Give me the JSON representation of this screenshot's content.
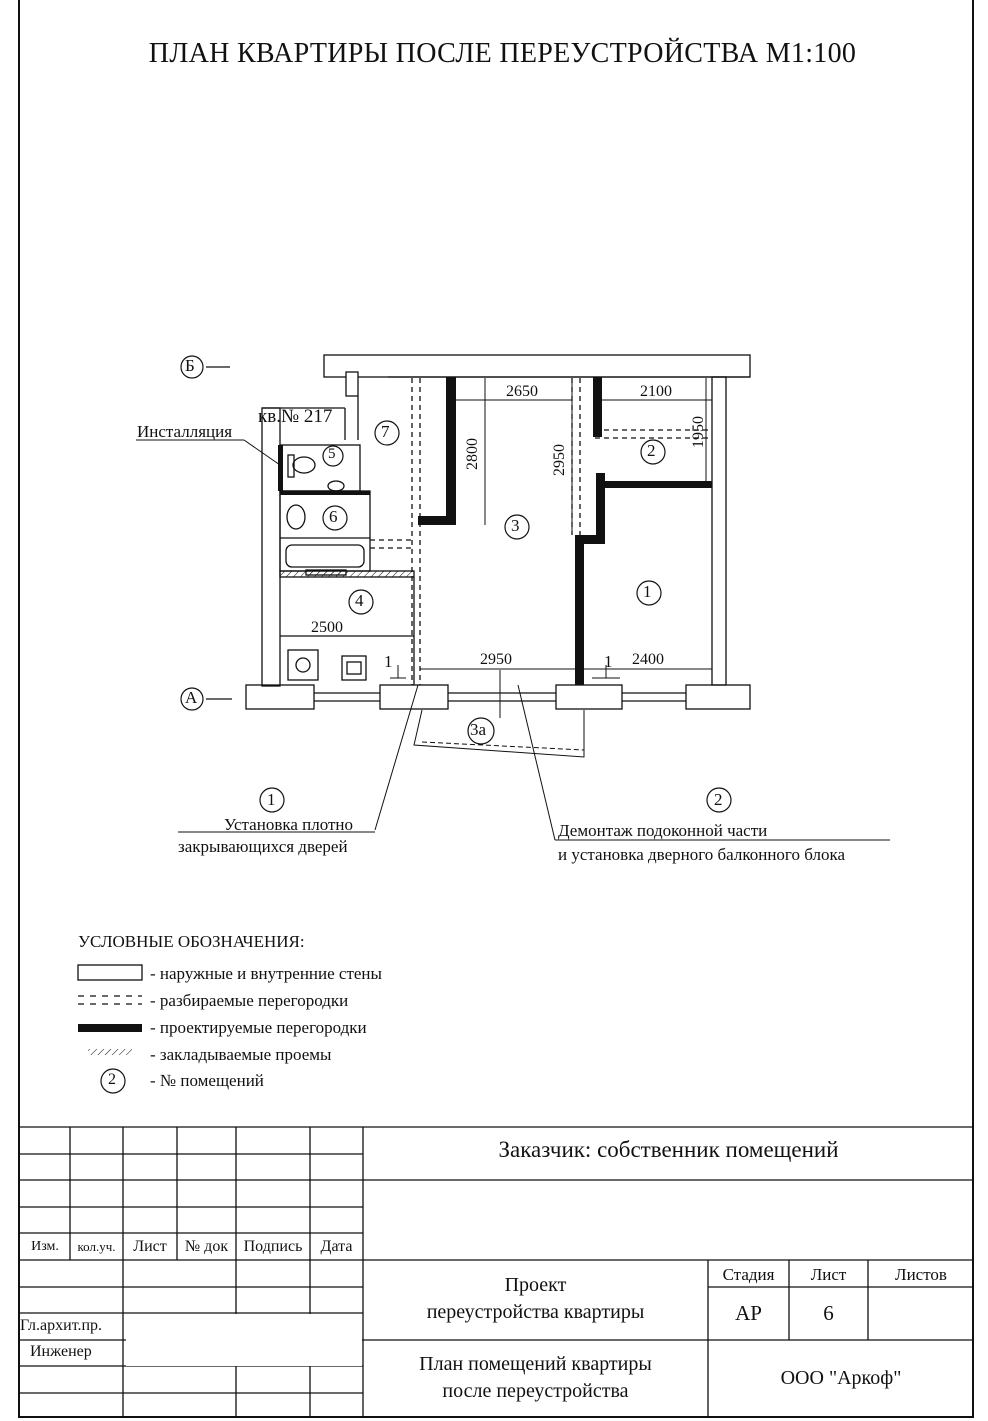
{
  "title": "ПЛАН КВАРТИРЫ ПОСЛЕ ПЕРЕУСТРОЙСТВА  М1:100",
  "plan": {
    "axis_b": "Б",
    "axis_a": "А",
    "apartment": "кв.№ 217",
    "installation": "Инсталляция",
    "rooms": [
      "1",
      "2",
      "3",
      "4",
      "5",
      "6",
      "7",
      "3а"
    ],
    "dims": {
      "d2650": "2650",
      "d2100": "2100",
      "d2800": "2800",
      "d2950v": "2950",
      "d1950": "1950",
      "d2500": "2500",
      "d2950h": "2950",
      "d2400": "2400"
    },
    "sections": [
      "1",
      "1"
    ],
    "notes": {
      "n1": "1",
      "n2": "2",
      "doors_l1": "Установка плотно",
      "doors_l2": "закрывающихся дверей",
      "balcony_l1": "Демонтаж подоконной части",
      "balcony_l2": "и установка дверного балконного блока"
    }
  },
  "legend": {
    "heading": "УСЛОВНЫЕ ОБОЗНАЧЕНИЯ:",
    "items": [
      "- наружные и внутренние стены",
      "- разбираемые перегородки",
      "- проектируемые перегородки",
      "- закладываемые проемы",
      "- № помещений"
    ],
    "room_sample": "2"
  },
  "stamp": {
    "customer": "Заказчик: собственник помещений",
    "cols": [
      "Изм.",
      "кол.уч.",
      "Лист",
      "№ док",
      "Подпись",
      "Дата"
    ],
    "project_l1": "Проект",
    "project_l2": "переустройства квартиры",
    "stage_head": "Стадия",
    "sheet_head": "Лист",
    "sheets_head": "Листов",
    "stage": "АР",
    "sheet": "6",
    "role1": "Гл.архит.пр.",
    "role2": "Инженер",
    "drawing_l1": "План помещений квартиры",
    "drawing_l2": "после переустройства",
    "company": "ООО \"Аркоф\""
  }
}
